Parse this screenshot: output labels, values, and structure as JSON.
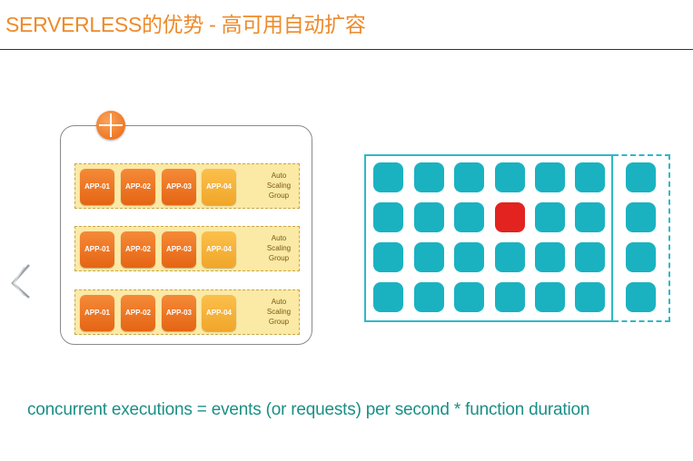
{
  "header": {
    "title": "SERVERLESS的优势 - 高可用自动扩容"
  },
  "auto_scaling_diagram": {
    "groups": [
      {
        "apps": [
          "APP-01",
          "APP-02",
          "APP-03",
          "APP-04"
        ],
        "label_lines": [
          "Auto",
          "Scaling",
          "Group"
        ]
      },
      {
        "apps": [
          "APP-01",
          "APP-02",
          "APP-03",
          "APP-04"
        ],
        "label_lines": [
          "Auto",
          "Scaling",
          "Group"
        ]
      },
      {
        "apps": [
          "APP-01",
          "APP-02",
          "APP-03",
          "APP-04"
        ],
        "label_lines": [
          "Auto",
          "Scaling",
          "Group"
        ]
      }
    ]
  },
  "function_grid": {
    "rows": 4,
    "columns": 6,
    "extra_columns": 1,
    "highlighted_cell": {
      "row": 2,
      "column": 4
    },
    "colors": {
      "cell": "#1ab2c1",
      "highlight": "#e2231f",
      "border": "#2fb9c6"
    }
  },
  "footer": {
    "formula": "concurrent executions = events (or requests) per second * function duration"
  },
  "colors": {
    "title": "#ee8a2a",
    "formula": "#1b8f86",
    "app_active": "#e46514",
    "app_pending": "#f0a62a"
  }
}
